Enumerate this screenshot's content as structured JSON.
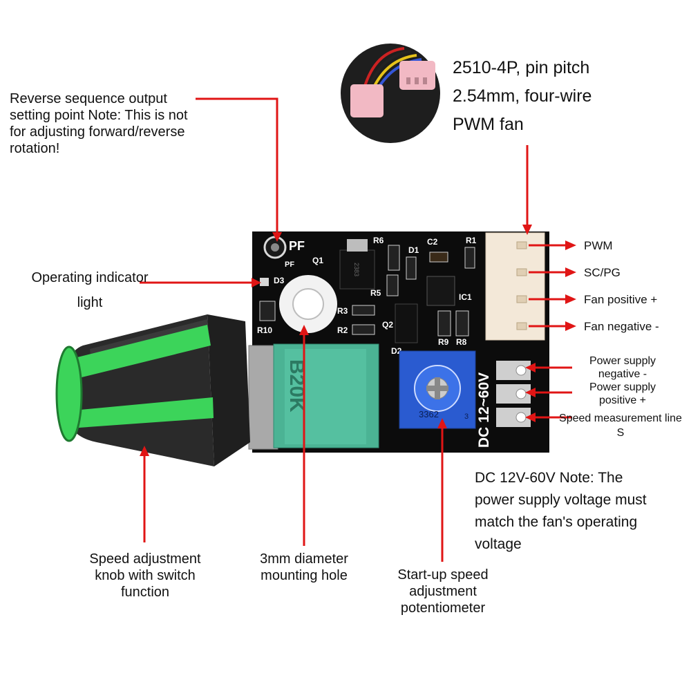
{
  "annotations": {
    "reverse_sequence": "Reverse sequence output setting point Note: This is not for adjusting forward/reverse rotation!",
    "operating_indicator": "Operating indicator light",
    "connector_spec": "2510-4P, pin pitch 2.54mm, four-wire PWM fan",
    "pins": [
      "PWM",
      "SC/PG",
      "Fan positive +",
      "Fan negative -"
    ],
    "power_negative": "Power supply negative -",
    "power_positive": "Power supply positive +",
    "speed_line": "Speed measurement line S",
    "voltage_note": "DC 12V-60V Note: The power supply voltage must match the fan's operating voltage",
    "knob": "Speed adjustment knob with switch function",
    "mounting_hole": "3mm diameter mounting hole",
    "startup_pot": "Start-up speed adjustment potentiometer"
  },
  "silkscreen": {
    "pf_large": "PF",
    "pf_small": "PF",
    "q1": "Q1",
    "r6": "R6",
    "d1": "D1",
    "c2": "C2",
    "r1": "R1",
    "d3": "D3",
    "r5": "R5",
    "r3": "R3",
    "ic1": "IC1",
    "q2": "Q2",
    "r2": "R2",
    "r10": "R10",
    "r9": "R9",
    "r8": "R8",
    "d2": "D2",
    "dc_range": "DC 12~60V",
    "trimmer_code": "3362",
    "trimmer_pin": "3",
    "pot_value": "B20K",
    "mosfet_code": "2383"
  },
  "colors": {
    "board": "#0c0c0c",
    "pot_body": "#4bb394",
    "trimmer": "#2a5bd0",
    "knob_accent": "#3cd45a",
    "arrow": "#e01515",
    "connector": "#f3e8d8"
  }
}
